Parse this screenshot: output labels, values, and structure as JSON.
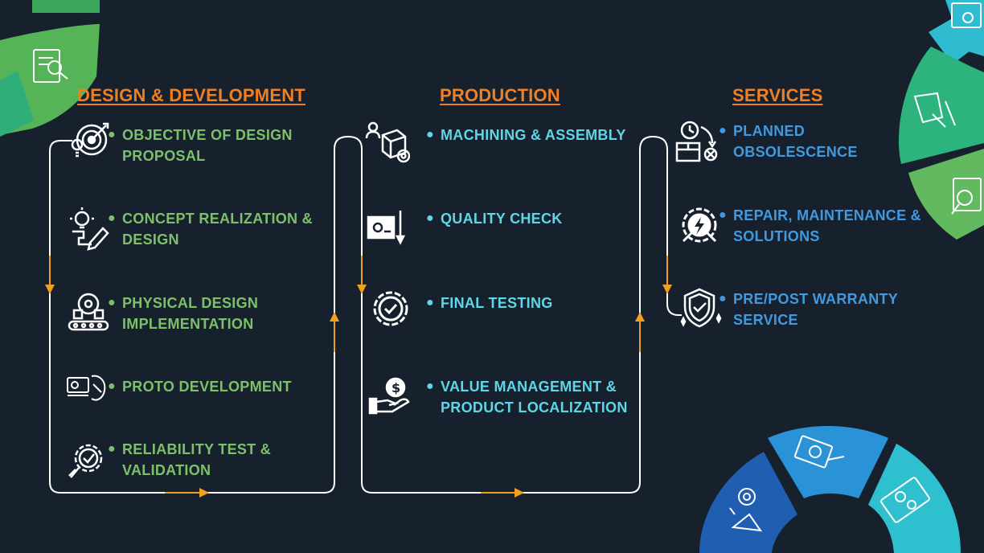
{
  "columns": [
    {
      "heading": "DESIGN & DEVELOPMENT",
      "items": [
        {
          "lines": [
            "OBJECTIVE OF DESIGN",
            "PROPOSAL"
          ],
          "icon": "target-bulb-icon"
        },
        {
          "lines": [
            "CONCEPT REALIZATION &",
            "DESIGN"
          ],
          "icon": "bulb-pencil-icon"
        },
        {
          "lines": [
            "PHYSICAL DESIGN",
            "IMPLEMENTATION"
          ],
          "icon": "conveyor-gear-icon"
        },
        {
          "lines": [
            "PROTO DEVELOPMENT"
          ],
          "icon": "prototype-icon"
        },
        {
          "lines": [
            "RELIABILITY TEST &",
            "VALIDATION"
          ],
          "icon": "gear-check-magnifier-icon"
        }
      ]
    },
    {
      "heading": "PRODUCTION",
      "items": [
        {
          "lines": [
            "MACHINING & ASSEMBLY"
          ],
          "icon": "worker-box-gear-icon"
        },
        {
          "lines": [
            "QUALITY CHECK"
          ],
          "icon": "blueprint-pencil-icon"
        },
        {
          "lines": [
            "FINAL TESTING"
          ],
          "icon": "check-badge-icon"
        },
        {
          "lines": [
            "VALUE MANAGEMENT &",
            "PRODUCT LOCALIZATION"
          ],
          "icon": "hand-dollar-icon"
        }
      ]
    },
    {
      "heading": "SERVICES",
      "items": [
        {
          "lines": [
            "PLANNED",
            "OBSOLESCENCE"
          ],
          "icon": "clock-box-cancel-icon"
        },
        {
          "lines": [
            "REPAIR, MAINTENANCE &",
            "SOLUTIONS"
          ],
          "icon": "gear-tools-icon"
        },
        {
          "lines": [
            "PRE/POST WARRANTY",
            "SERVICE"
          ],
          "icon": "shield-check-icon"
        }
      ]
    }
  ],
  "colors": {
    "background": "#17212e",
    "heading": "#f07f22",
    "design_text": "#7cc16a",
    "production_text": "#5fd6e6",
    "services_text": "#3f9ae0",
    "flow_line": "#ffffff",
    "arrow": "#f0a020"
  },
  "decorations": {
    "top_left_arc": "document-search-icon",
    "right_arc": [
      "drawings-icon",
      "designer-icon",
      "document-magnifier-icon"
    ],
    "bottom_right_arc": [
      "gear-wrench-icon",
      "blueprint-icon",
      "gears-screen-icon"
    ]
  }
}
